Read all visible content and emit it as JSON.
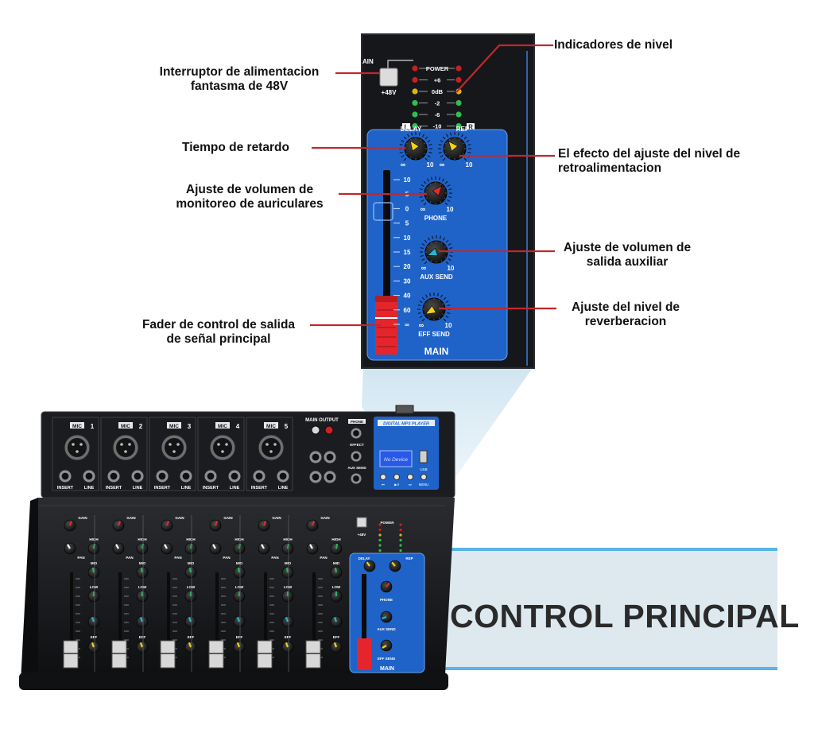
{
  "callouts": {
    "phantom_power": {
      "line1": "Interruptor de alimentacion",
      "line2": "fantasma de 48V"
    },
    "level_indicators": {
      "line1": "Indicadores de nivel"
    },
    "delay_time": {
      "line1": "Tiempo de retardo"
    },
    "feedback": {
      "line1": "El efecto del ajuste del nivel de",
      "line2": "retroalimentacion"
    },
    "phones": {
      "line1": "Ajuste de volumen de",
      "line2": "monitoreo de auriculares"
    },
    "aux_send": {
      "line1": "Ajuste de volumen de",
      "line2": "salida auxiliar"
    },
    "reverb": {
      "line1": "Ajuste del nivel de",
      "line2": "reverberacion"
    },
    "main_fader": {
      "line1": "Fader de control de salida",
      "line2": "de señal principal"
    }
  },
  "banner": {
    "text": "CONTROL PRINCIPAL"
  },
  "zoom_panel": {
    "phantom_button_label": "+48V",
    "power_fragment": "AIN",
    "meter_labels": [
      "POWER",
      "+6",
      "0dB",
      "-2",
      "-6",
      "-10"
    ],
    "meter_left": "L",
    "meter_right": "R",
    "knobs": {
      "delay": {
        "label": "DELAY",
        "min": "∞",
        "max": "10"
      },
      "rep": {
        "label": "REP",
        "min": "∞",
        "max": "10"
      },
      "phone": {
        "label": "PHONE",
        "min": "∞",
        "max": "10"
      },
      "aux": {
        "label": "AUX SEND",
        "min": "∞",
        "max": "10"
      },
      "eff": {
        "label": "EFF SEND",
        "min": "∞",
        "max": "10"
      }
    },
    "fader_scale": [
      "10",
      "5",
      "0",
      "5",
      "10",
      "15",
      "20",
      "30",
      "40",
      "60",
      "∞"
    ],
    "section_label": "MAIN"
  },
  "mixer": {
    "channels": [
      {
        "mic_label": "MIC",
        "number": "1"
      },
      {
        "mic_label": "MIC",
        "number": "2"
      },
      {
        "mic_label": "MIC",
        "number": "3"
      },
      {
        "mic_label": "MIC",
        "number": "4"
      },
      {
        "mic_label": "MIC",
        "number": "5"
      }
    ],
    "insert_label": "INSERT",
    "line_label": "LINE",
    "main_output_label": "MAIN OUTPUT",
    "phone_label": "PHONE",
    "effect_label": "EFFECT",
    "aux_send_label": "AUX SEND",
    "player_label": "DIGITAL MP3 PLAYER",
    "player_screen": "No Device",
    "player_usb": "USB",
    "player_buttons": [
      "⏮",
      "▶II",
      "⏭",
      "MENU"
    ],
    "strip_labels": {
      "gain": "GAIN",
      "high": "HIGH",
      "pan": "PAN",
      "mid": "MID",
      "low": "LOW",
      "eff": "EFF"
    },
    "main_labels": {
      "delay": "DELAY",
      "rep": "REP",
      "phone": "PHONE",
      "aux": "AUX SEND",
      "eff": "EFF SEND",
      "main": "MAIN",
      "power": "POWER",
      "phantom": "+48V"
    }
  },
  "colors": {
    "panel_blue": "#1f63c9",
    "panel_dark": "#16171a",
    "banner_blue": "#5ab3e6",
    "banner_fill": "#dde8ef",
    "callout_line": "#c0282d",
    "fader_red": "#e4262c",
    "knob_yellow": "#f1d21c",
    "knob_red": "#e32b2b",
    "knob_cyan": "#20b7cf",
    "knob_green": "#2cb35c"
  }
}
